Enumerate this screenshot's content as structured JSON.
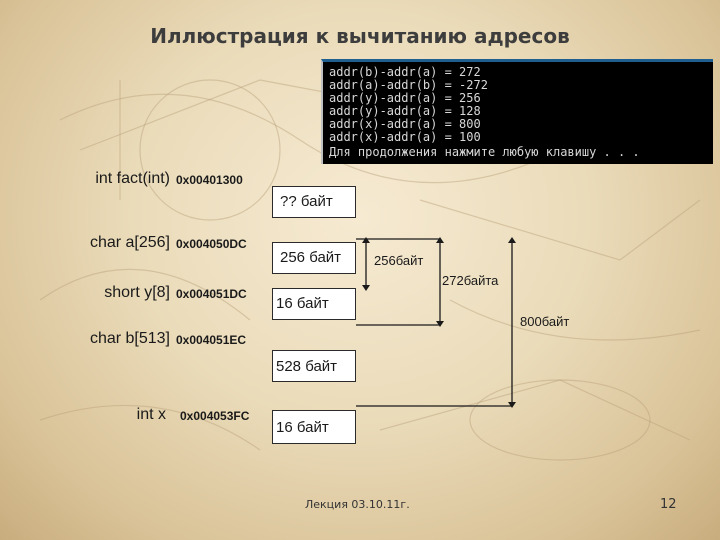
{
  "title": "Иллюстрация к вычитанию адресов",
  "console": {
    "lines": [
      "addr(b)-addr(a) = 272",
      "addr(a)-addr(b) = -272",
      "addr(y)-addr(a) = 256",
      "addr(y)-addr(a) = 128",
      "addr(x)-addr(a) = 800",
      "addr(x)-addr(a) = 100",
      "Для продолжения нажмите любую клавишу . . ."
    ]
  },
  "memory": [
    {
      "decl": "int fact(int)",
      "address": "0x00401300",
      "size": "?? байт"
    },
    {
      "decl": "char a[256]",
      "address": "0x004050DC",
      "size": "256 байт"
    },
    {
      "decl": "short y[8]",
      "address": "0x004051DC",
      "size": "16 байт"
    },
    {
      "decl": "char b[513]",
      "address": "0x004051EC",
      "size": "528 байт"
    },
    {
      "decl": "int x",
      "address": "0x004053FC",
      "size": "16 байт"
    }
  ],
  "measures": [
    "256байт",
    "272байта",
    "800байт"
  ],
  "footer": {
    "lecture": "Лекция 03.10.11г.",
    "page": "12"
  },
  "colors": {
    "background": "#eadbb9",
    "console_bg": "#000000",
    "console_text": "#d8d8d8",
    "box_fill": "#ffffff"
  }
}
